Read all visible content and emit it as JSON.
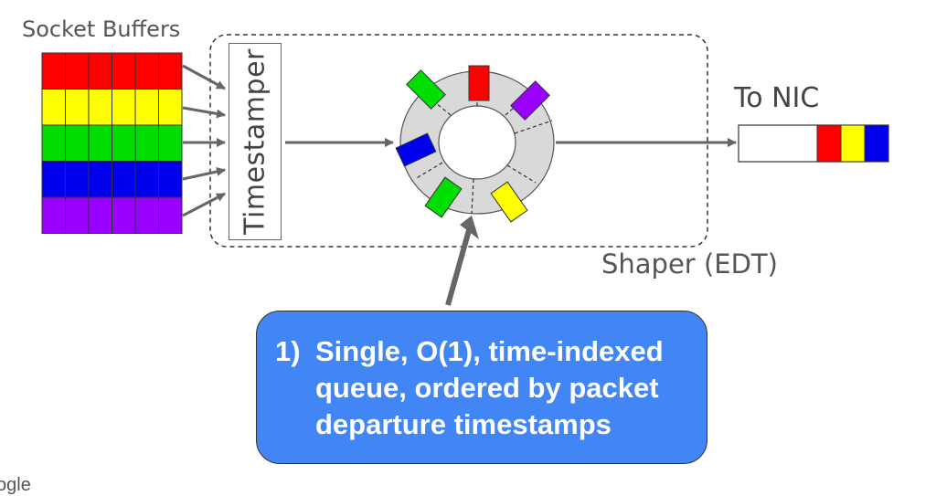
{
  "labels": {
    "socket_buffers": "Socket Buffers",
    "timestamper": "Timestamper",
    "to_nic": "To NIC",
    "shaper": "Shaper (EDT)"
  },
  "callout": {
    "number": "1)",
    "text": "Single, O(1), time-indexed queue, ordered by packet departure timestamps"
  },
  "footer": {
    "logo_text": "ogle"
  },
  "colors": {
    "red": "#ff0000",
    "yellow": "#ffff00",
    "green": "#00dd00",
    "blue": "#0000ee",
    "purple": "#9900ff",
    "ring": "#d9d9d9",
    "callout": "#4285f4",
    "arrow": "#666666"
  },
  "socket_buffers": {
    "rows": [
      "red",
      "yellow",
      "green",
      "blue",
      "purple"
    ],
    "cells_per_row": 6
  },
  "ring_packets": [
    "red",
    "purple",
    "yellow",
    "green",
    "blue",
    "green"
  ],
  "nic_queue": [
    "red",
    "yellow",
    "blue"
  ]
}
